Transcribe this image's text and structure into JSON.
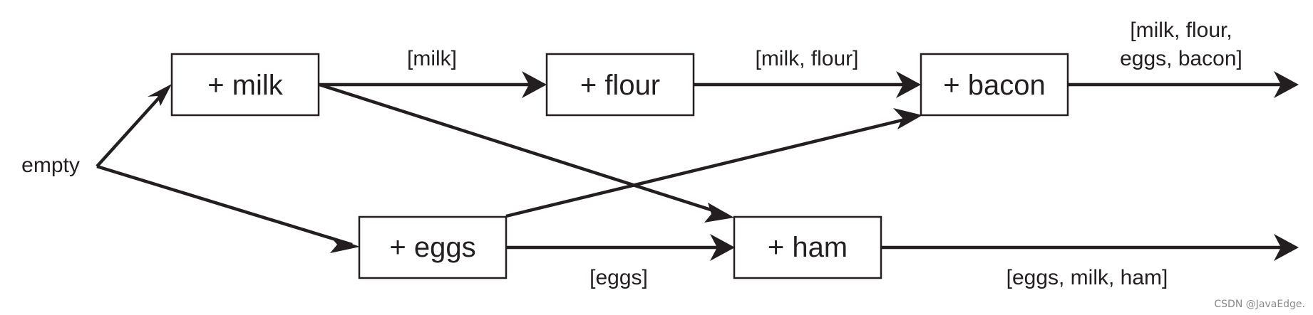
{
  "diagram": {
    "start": "empty",
    "nodes": {
      "milk": "+ milk",
      "flour": "+ flour",
      "bacon": "+ bacon",
      "eggs": "+ eggs",
      "ham": "+ ham"
    },
    "edge_labels": {
      "milk_flour": "[milk]",
      "flour_bacon": "[milk, flour]",
      "bacon_out_line1": "[milk, flour,",
      "bacon_out_line2": "eggs, bacon]",
      "eggs_ham": "[eggs]",
      "ham_out": "[eggs, milk, ham]"
    },
    "edges": [
      {
        "from": "empty",
        "to": "+ milk"
      },
      {
        "from": "empty",
        "to": "+ eggs"
      },
      {
        "from": "+ milk",
        "to": "+ flour"
      },
      {
        "from": "+ milk",
        "to": "+ ham"
      },
      {
        "from": "+ flour",
        "to": "+ bacon"
      },
      {
        "from": "+ eggs",
        "to": "+ bacon"
      },
      {
        "from": "+ eggs",
        "to": "+ ham"
      },
      {
        "from": "+ bacon",
        "to": "output"
      },
      {
        "from": "+ ham",
        "to": "output"
      }
    ]
  },
  "watermark": "CSDN @JavaEdge."
}
